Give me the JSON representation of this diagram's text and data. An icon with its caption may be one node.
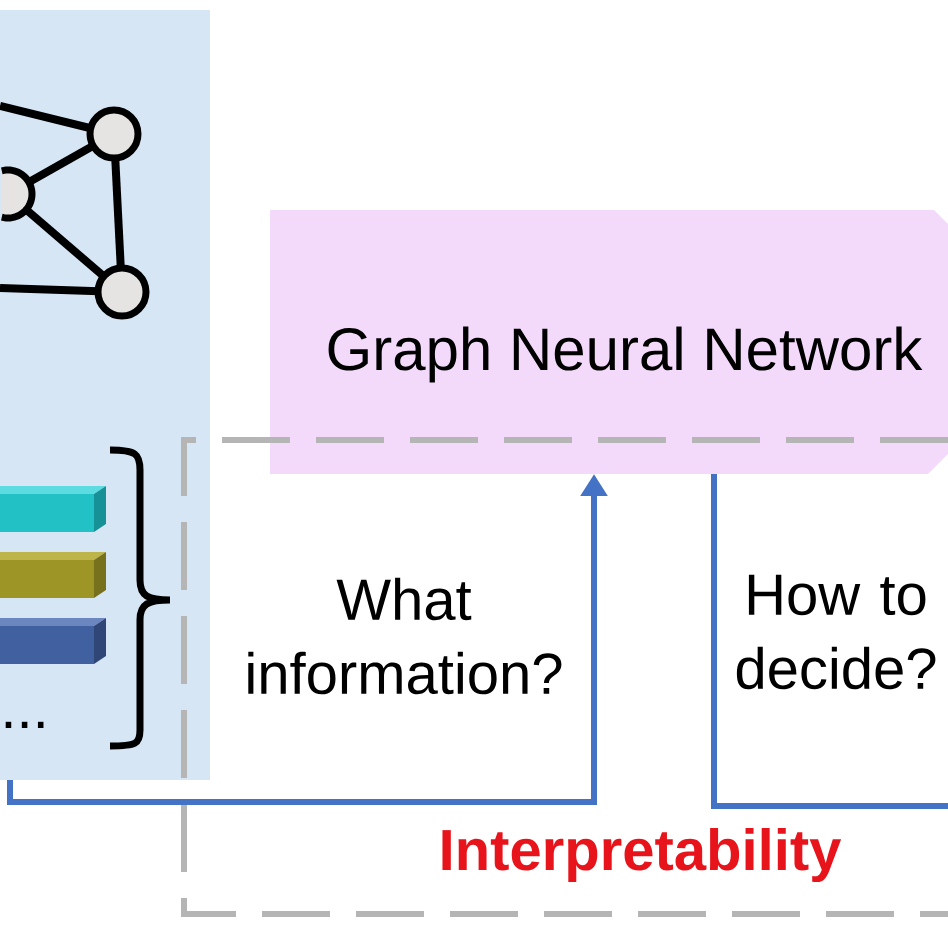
{
  "diagram": {
    "nodes": [
      {
        "text": [],
        "shape": "box"
      },
      {
        "text": [
          "Graph Neural Network"
        ]
      }
    ],
    "edges": [
      {
        "from": 0,
        "to": 1,
        "arrow": "to",
        "label": "What information?"
      },
      {
        "from": 1,
        "to": null,
        "arrow": "none",
        "label": "How to decide?"
      }
    ],
    "labels": [
      "...",
      "Interpretability"
    ]
  }
}
